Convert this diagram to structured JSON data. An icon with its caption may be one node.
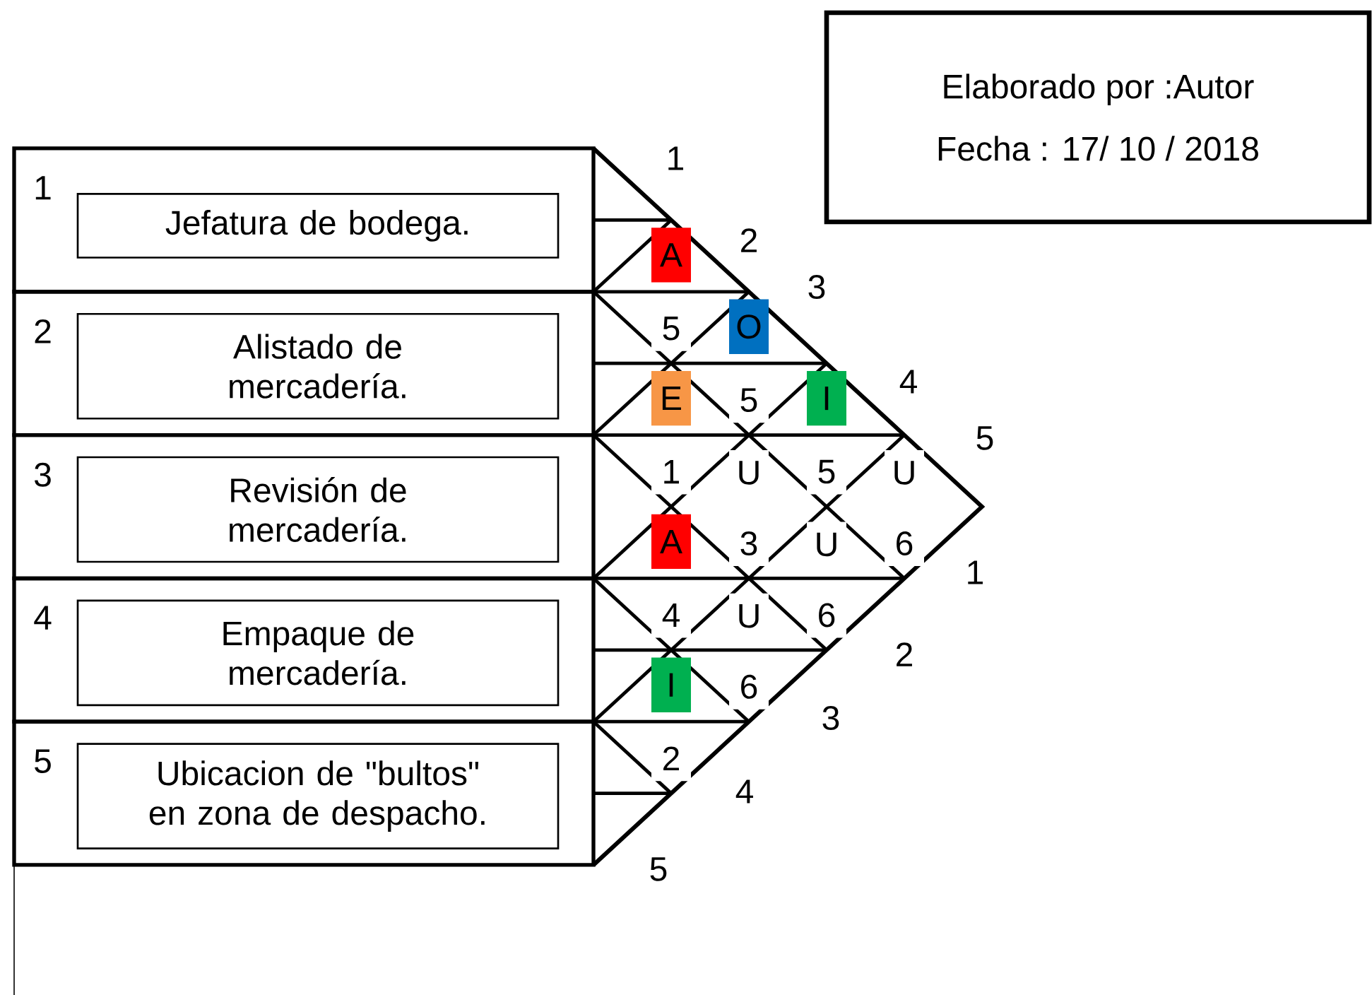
{
  "diagram": {
    "nodes": [
      {
        "text": [
          "1"
        ]
      },
      {
        "text": [
          "Jefatura de bodega."
        ],
        "in": 0
      },
      {
        "text": [
          "2"
        ]
      },
      {
        "text": [
          "Alistado de mercadería."
        ],
        "in": 2
      },
      {
        "text": [
          "3"
        ]
      },
      {
        "text": [
          "Revisión de mercadería."
        ],
        "in": 4
      },
      {
        "text": [
          "4"
        ]
      },
      {
        "text": [
          "Empaque de mercadería."
        ],
        "in": 6
      },
      {
        "text": [
          "5"
        ]
      },
      {
        "text": [
          "Ubicacion de \"bultos\" en zona de despacho."
        ],
        "in": 8
      },
      {
        "text": [
          "Elaborado por :Autor",
          "Fecha : 17/ 10 / 2018"
        ]
      }
    ],
    "labels": [
      "1",
      "2",
      "3",
      "4",
      "5",
      "A",
      "5",
      "O",
      "5",
      "E",
      "1",
      "I",
      "5",
      "U",
      "3",
      "U",
      "6",
      "A",
      "4",
      "U",
      "6",
      "U",
      "6",
      "I",
      "2",
      "1",
      "2",
      "3",
      "4",
      "5"
    ]
  }
}
